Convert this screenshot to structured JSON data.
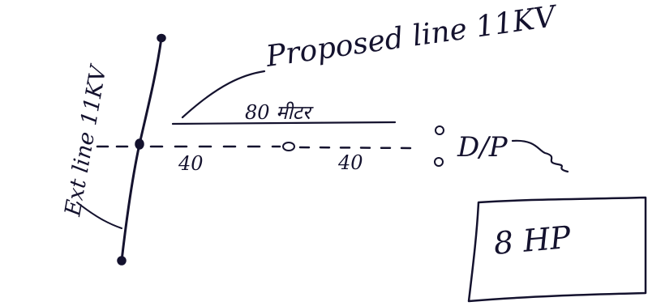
{
  "labels": {
    "existing_line": "Ext line 11KV",
    "proposed_line": "Proposed line 11KV",
    "span_total": "80 मीटर",
    "span_left": "40",
    "span_right": "40",
    "dp": "D/P",
    "transformer_box": "8 HP",
    "pole_mid": "o",
    "pole_top_right": "o",
    "pole_bottom_right": "o"
  },
  "colors": {
    "ink": "#14122e",
    "background": "#ffffff"
  }
}
